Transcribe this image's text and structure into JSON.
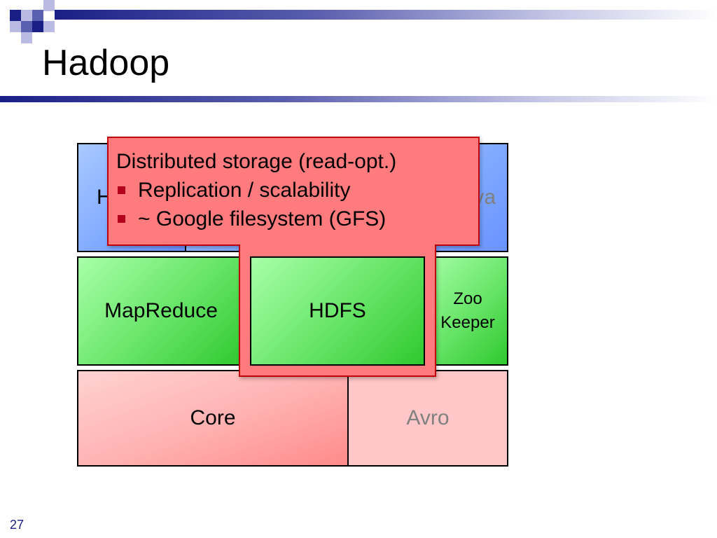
{
  "slide": {
    "title": "Hadoop",
    "page_number": "27"
  },
  "diagram": {
    "row_top": {
      "hbase": "H",
      "pig": "",
      "chukwa": "va"
    },
    "row_middle": {
      "mapreduce": "MapReduce",
      "hdfs": "HDFS",
      "zookeeper_line1": "Zoo",
      "zookeeper_line2": "Keeper"
    },
    "row_bottom": {
      "core": "Core",
      "avro": "Avro"
    },
    "callout": {
      "heading": "Distributed storage (read-opt.)",
      "bullets": [
        "Replication / scalability",
        "~ Google filesystem (GFS)"
      ]
    }
  },
  "colors": {
    "accent_dark_blue": "#1a1f86",
    "callout_fill": "#ff7b7e",
    "callout_border": "#c0000a",
    "bullet": "#b4001d"
  }
}
